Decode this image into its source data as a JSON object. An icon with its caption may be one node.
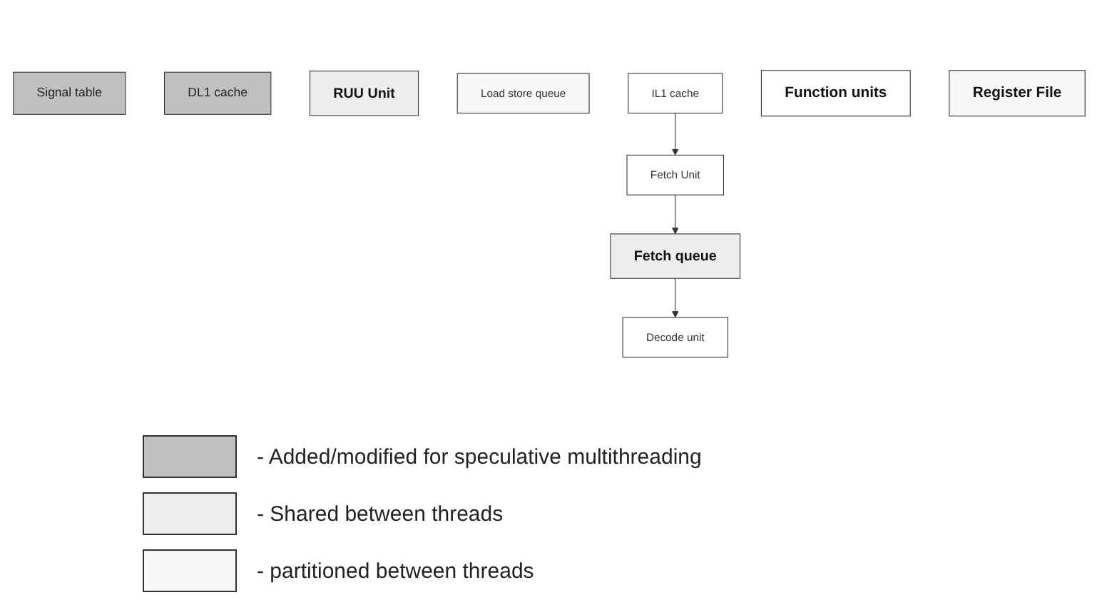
{
  "diagram": {
    "nodes": [
      {
        "text": [
          "Fetch queue"
        ]
      },
      {
        "text": [
          "Signal table"
        ]
      },
      {
        "text": [
          "DL1 cache"
        ]
      },
      {
        "text": [
          "Fetch Unit"
        ]
      },
      {
        "text": [
          "Decode unit"
        ]
      },
      {
        "text": [
          "RUU Unit"
        ]
      },
      {
        "text": [
          "Load store queue"
        ]
      },
      {
        "text": [
          "IL1 cache"
        ]
      },
      {
        "text": [
          "Function units"
        ]
      },
      {
        "text": [
          "Register File"
        ]
      }
    ],
    "edges": [
      {
        "from": 3,
        "to": 0,
        "arrow": "to"
      },
      {
        "from": 0,
        "to": 4,
        "arrow": "to"
      },
      {
        "from": 7,
        "to": 3,
        "arrow": "to"
      }
    ],
    "legend": [
      {
        "text": "- Added/modified for speculative multithreading",
        "color": "#c0c0c0"
      },
      {
        "text": "- Shared between threads",
        "color": "#eeeeee"
      },
      {
        "text": "- partitioned between threads",
        "color": "#f7f7f7"
      }
    ]
  }
}
